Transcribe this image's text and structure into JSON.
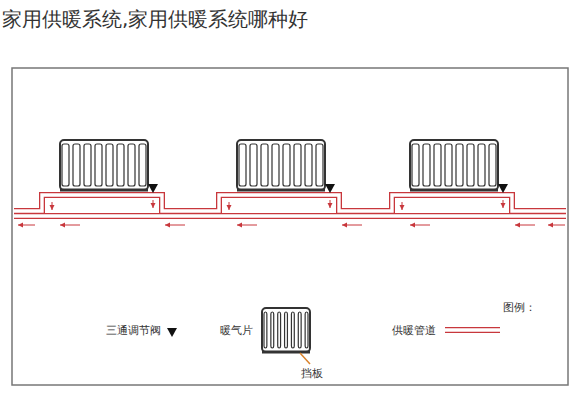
{
  "diagram": {
    "title": "家用供暖系统,家用供暖系统哪种好",
    "labels": [
      "图例：",
      "挡板"
    ],
    "legend": [
      {
        "text": "三通调节阀"
      },
      {
        "text": "暖气片"
      },
      {
        "text": "供暖管道"
      }
    ]
  }
}
